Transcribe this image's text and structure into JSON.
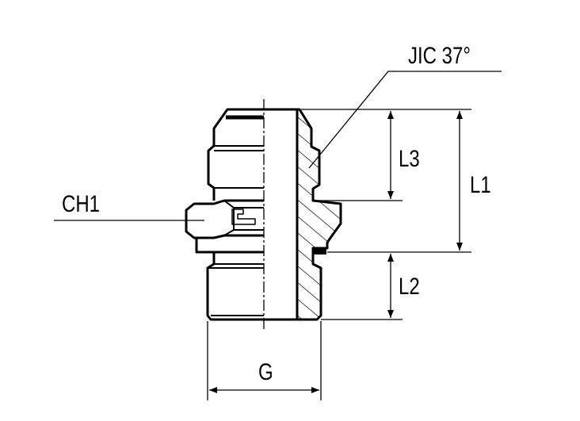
{
  "labels": {
    "jic": "JIC 37°",
    "ch1": "CH1",
    "l1": "L1",
    "l2": "L2",
    "l3": "L3",
    "g": "G"
  },
  "colors": {
    "line": "#000000",
    "background": "#ffffff"
  }
}
